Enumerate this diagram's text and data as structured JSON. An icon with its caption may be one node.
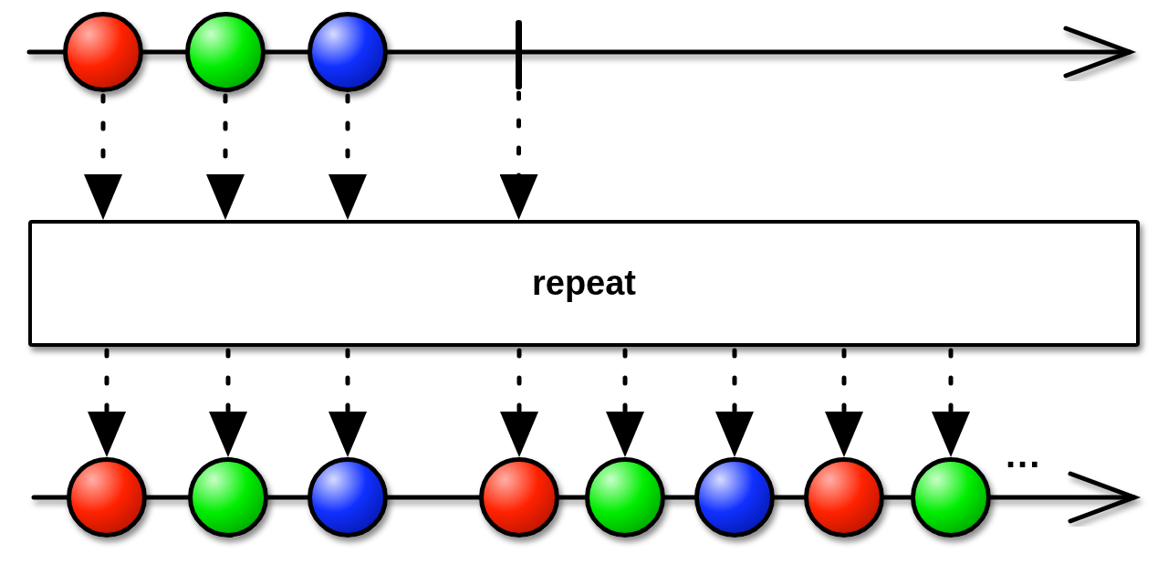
{
  "diagram": {
    "nodes": [
      {
        "text": [],
        "shape": "circle"
      },
      {
        "text": [],
        "shape": "circle"
      },
      {
        "text": [],
        "shape": "circle"
      },
      {
        "text": [],
        "shape": "bar"
      },
      {
        "text": [
          "repeat"
        ]
      },
      {
        "text": [],
        "shape": "circle"
      },
      {
        "text": [],
        "shape": "circle"
      },
      {
        "text": [],
        "shape": "circle"
      },
      {
        "text": [],
        "shape": "circle"
      },
      {
        "text": [],
        "shape": "circle"
      },
      {
        "text": [],
        "shape": "circle"
      },
      {
        "text": [],
        "shape": "circle"
      },
      {
        "text": [],
        "shape": "circle"
      }
    ],
    "edges": [
      {
        "from": 0,
        "to": 4,
        "arrow": "to",
        "style": "dashed"
      },
      {
        "from": 1,
        "to": 4,
        "arrow": "to",
        "style": "dashed"
      },
      {
        "from": 2,
        "to": 4,
        "arrow": "to",
        "style": "dashed"
      },
      {
        "from": 3,
        "to": 4,
        "arrow": "to",
        "style": "dashed"
      },
      {
        "from": 4,
        "to": 5,
        "arrow": "to",
        "style": "dashed"
      },
      {
        "from": 4,
        "to": 6,
        "arrow": "to",
        "style": "dashed"
      },
      {
        "from": 4,
        "to": 7,
        "arrow": "to",
        "style": "dashed"
      },
      {
        "from": 4,
        "to": 8,
        "arrow": "to",
        "style": "dashed"
      },
      {
        "from": 4,
        "to": 9,
        "arrow": "to",
        "style": "dashed"
      },
      {
        "from": 4,
        "to": 10,
        "arrow": "to",
        "style": "dashed"
      },
      {
        "from": 4,
        "to": 11,
        "arrow": "to",
        "style": "dashed"
      },
      {
        "from": 4,
        "to": 12,
        "arrow": "to",
        "style": "dashed"
      }
    ],
    "labels": [
      "..."
    ]
  }
}
